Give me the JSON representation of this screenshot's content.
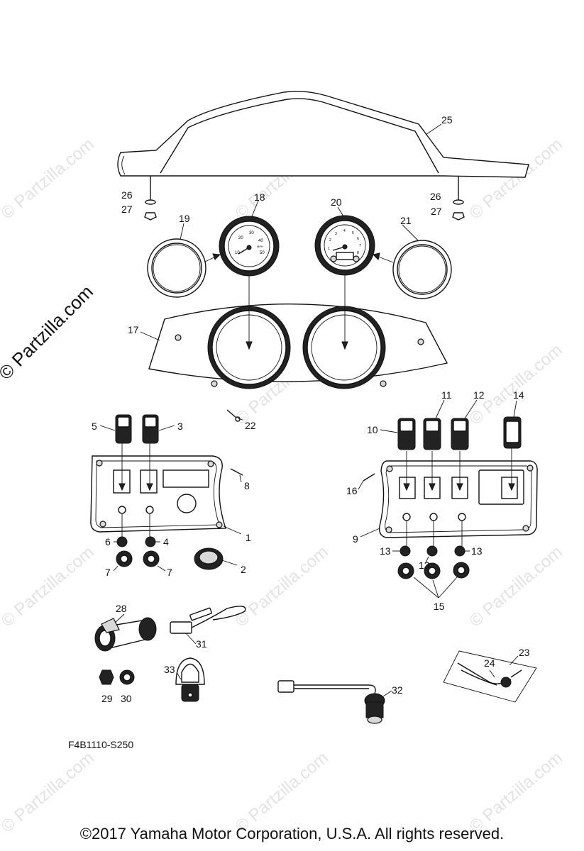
{
  "watermark": "© Partzilla.com",
  "diagram_code": "F4B1110-S250",
  "copyright": "©2017  Yamaha Motor Corporation, U.S.A. All rights reserved.",
  "gauge_text": {
    "speed_unit": "MPH",
    "speed_ticks": [
      "10",
      "20",
      "30",
      "40",
      "50"
    ],
    "tach_ticks": [
      "1",
      "2",
      "3",
      "4",
      "5",
      "6",
      "7",
      "8"
    ]
  },
  "callouts": [
    "1",
    "2",
    "3",
    "4",
    "5",
    "6",
    "7",
    "7",
    "8",
    "9",
    "10",
    "11",
    "12",
    "13",
    "13",
    "13",
    "14",
    "15",
    "16",
    "17",
    "18",
    "19",
    "20",
    "21",
    "22",
    "23",
    "24",
    "25",
    "26",
    "26",
    "27",
    "27",
    "28",
    "29",
    "30",
    "31",
    "32",
    "33"
  ],
  "colors": {
    "line": "#111111",
    "watermark": "#e3e3e3",
    "background": "#ffffff"
  }
}
